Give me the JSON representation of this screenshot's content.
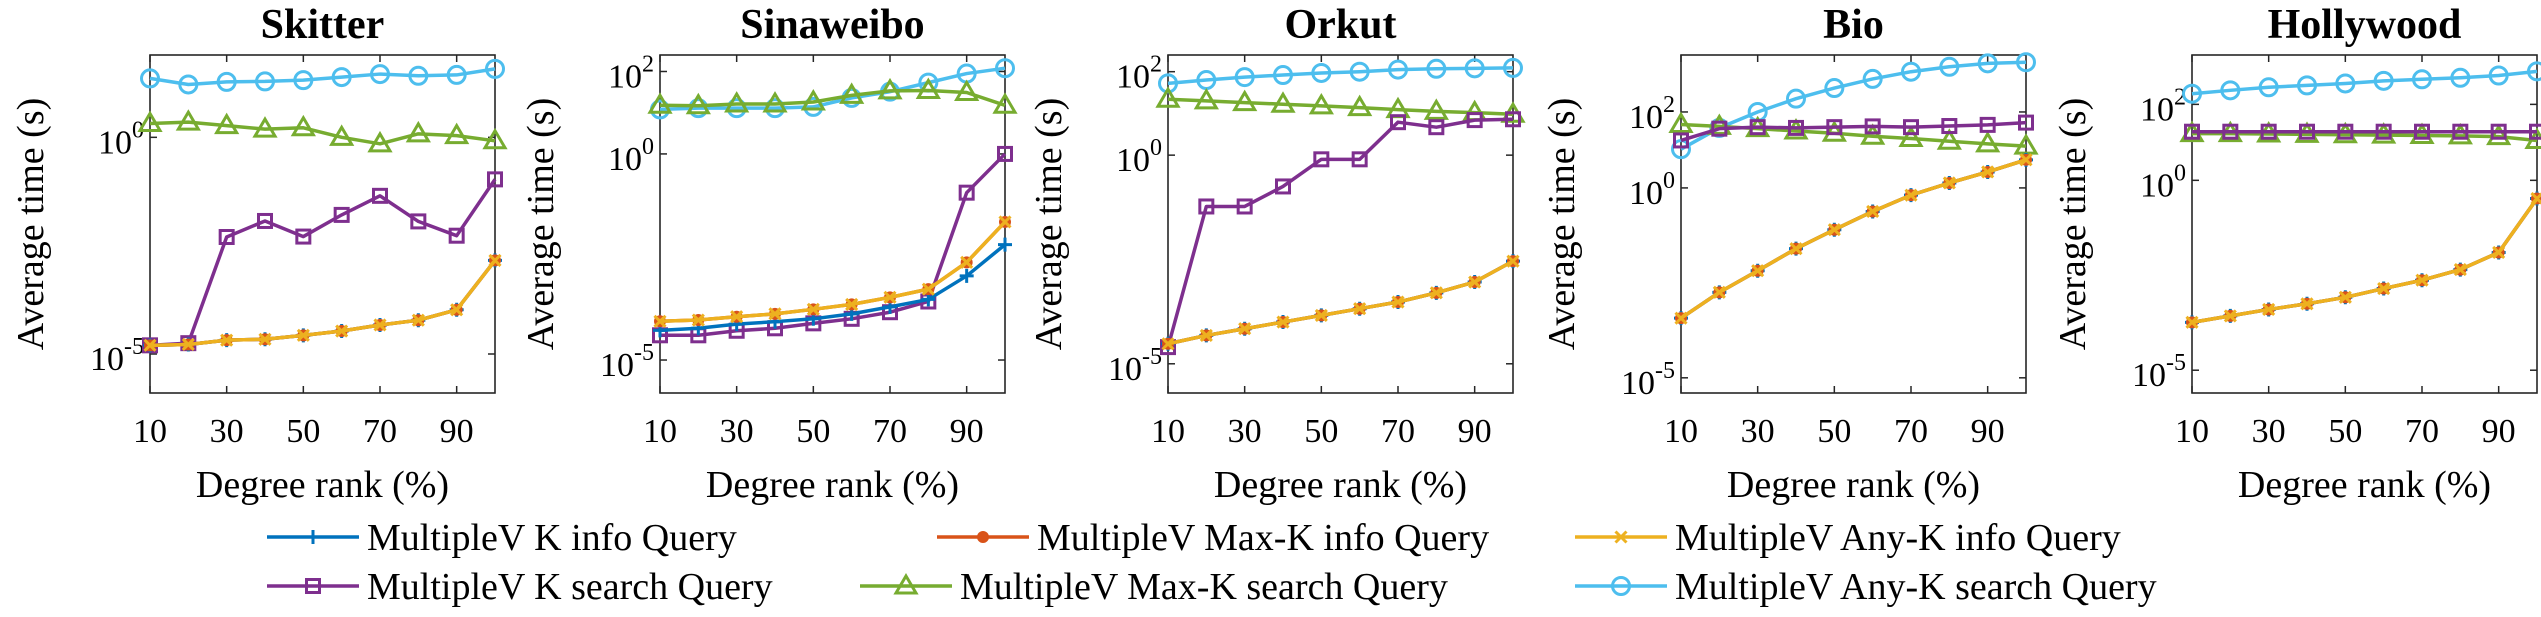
{
  "colors": {
    "k_info": "#0072BD",
    "maxk_info": "#D95319",
    "anyk_info": "#EDB120",
    "k_search": "#7E2F8E",
    "maxk_search": "#77AC30",
    "anyk_search": "#4DBEEE"
  },
  "legend": {
    "k_info": "MultipleV K info Query",
    "maxk_info": "MultipleV Max-K info Query",
    "anyk_info": "MultipleV Any-K info Query",
    "k_search": "MultipleV K search Query",
    "maxk_search": "MultipleV Max-K search Query",
    "anyk_search": "MultipleV Any-K search Query"
  },
  "chart_data": [
    {
      "type": "line",
      "title": "Skitter",
      "xlabel": "Degree rank (%)",
      "ylabel": "Average time (s)",
      "x": [
        10,
        20,
        30,
        40,
        50,
        60,
        70,
        80,
        90,
        100
      ],
      "xticks": [
        "10",
        "30",
        "50",
        "70",
        "90"
      ],
      "yscale": "log",
      "ylim": [
        -5.9,
        1.9
      ],
      "yticks": [
        {
          "base": "10",
          "exp": "0"
        },
        {
          "base": "10",
          "exp": "-5"
        }
      ],
      "grid": false,
      "series": [
        {
          "key": "k_info",
          "marker": "plus",
          "log10_values": [
            -4.8,
            -4.78,
            -4.68,
            -4.66,
            -4.57,
            -4.47,
            -4.33,
            -4.22,
            -3.98,
            -2.84
          ]
        },
        {
          "key": "maxk_info",
          "marker": "dot",
          "log10_values": [
            -4.8,
            -4.78,
            -4.68,
            -4.66,
            -4.57,
            -4.47,
            -4.33,
            -4.22,
            -3.98,
            -2.84
          ]
        },
        {
          "key": "anyk_info",
          "marker": "x",
          "log10_values": [
            -4.8,
            -4.78,
            -4.68,
            -4.66,
            -4.57,
            -4.47,
            -4.33,
            -4.22,
            -3.98,
            -2.84
          ]
        },
        {
          "key": "k_search",
          "marker": "square",
          "log10_values": [
            -4.8,
            -4.75,
            -2.3,
            -1.93,
            -2.29,
            -1.79,
            -1.35,
            -1.94,
            -2.27,
            -0.97
          ]
        },
        {
          "key": "maxk_search",
          "marker": "triangle",
          "log10_values": [
            0.32,
            0.35,
            0.27,
            0.19,
            0.22,
            0.0,
            -0.15,
            0.08,
            0.04,
            -0.08
          ]
        },
        {
          "key": "anyk_search",
          "marker": "circle",
          "log10_values": [
            1.36,
            1.22,
            1.28,
            1.29,
            1.32,
            1.39,
            1.46,
            1.42,
            1.44,
            1.58
          ]
        }
      ]
    },
    {
      "type": "line",
      "title": "Sinaweibo",
      "xlabel": "Degree rank (%)",
      "ylabel": "Average time (s)",
      "x": [
        10,
        20,
        30,
        40,
        50,
        60,
        70,
        80,
        90,
        100
      ],
      "xticks": [
        "10",
        "30",
        "50",
        "70",
        "90"
      ],
      "yscale": "log",
      "ylim": [
        -5.8,
        2.4
      ],
      "yticks": [
        {
          "base": "10",
          "exp": "2"
        },
        {
          "base": "10",
          "exp": "0"
        },
        {
          "base": "10",
          "exp": "-5"
        }
      ],
      "grid": false,
      "series": [
        {
          "key": "k_info",
          "marker": "plus",
          "log10_values": [
            -4.28,
            -4.23,
            -4.13,
            -4.07,
            -4.0,
            -3.88,
            -3.71,
            -3.53,
            -2.96,
            -2.2
          ]
        },
        {
          "key": "maxk_info",
          "marker": "dot",
          "log10_values": [
            -4.06,
            -4.03,
            -3.95,
            -3.88,
            -3.77,
            -3.65,
            -3.48,
            -3.28,
            -2.63,
            -1.65
          ]
        },
        {
          "key": "anyk_info",
          "marker": "x",
          "log10_values": [
            -4.06,
            -4.03,
            -3.95,
            -3.88,
            -3.77,
            -3.65,
            -3.48,
            -3.28,
            -2.63,
            -1.65
          ]
        },
        {
          "key": "k_search",
          "marker": "square",
          "log10_values": [
            -4.4,
            -4.4,
            -4.29,
            -4.23,
            -4.11,
            -4.0,
            -3.84,
            -3.58,
            -0.94,
            0.0
          ]
        },
        {
          "key": "maxk_search",
          "marker": "triangle",
          "log10_values": [
            1.18,
            1.17,
            1.21,
            1.21,
            1.26,
            1.42,
            1.53,
            1.54,
            1.49,
            1.18
          ]
        },
        {
          "key": "anyk_search",
          "marker": "circle",
          "log10_values": [
            1.08,
            1.11,
            1.11,
            1.11,
            1.14,
            1.36,
            1.51,
            1.73,
            1.95,
            2.08
          ]
        }
      ]
    },
    {
      "type": "line",
      "title": "Orkut",
      "xlabel": "Degree rank (%)",
      "ylabel": "Average time (s)",
      "x": [
        10,
        20,
        30,
        40,
        50,
        60,
        70,
        80,
        90,
        100
      ],
      "xticks": [
        "10",
        "30",
        "50",
        "70",
        "90"
      ],
      "yscale": "log",
      "ylim": [
        -5.7,
        2.4
      ],
      "yticks": [
        {
          "base": "10",
          "exp": "2"
        },
        {
          "base": "10",
          "exp": "0"
        },
        {
          "base": "10",
          "exp": "-5"
        }
      ],
      "grid": false,
      "series": [
        {
          "key": "k_info",
          "marker": "plus",
          "log10_values": [
            -4.52,
            -4.32,
            -4.16,
            -4.0,
            -3.84,
            -3.68,
            -3.52,
            -3.3,
            -3.04,
            -2.54
          ]
        },
        {
          "key": "maxk_info",
          "marker": "dot",
          "log10_values": [
            -4.52,
            -4.32,
            -4.16,
            -4.0,
            -3.84,
            -3.68,
            -3.52,
            -3.3,
            -3.04,
            -2.54
          ]
        },
        {
          "key": "anyk_info",
          "marker": "x",
          "log10_values": [
            -4.52,
            -4.32,
            -4.16,
            -4.0,
            -3.84,
            -3.68,
            -3.52,
            -3.3,
            -3.04,
            -2.54
          ]
        },
        {
          "key": "k_search",
          "marker": "square",
          "log10_values": [
            -4.6,
            -1.23,
            -1.23,
            -0.75,
            -0.1,
            -0.1,
            0.79,
            0.67,
            0.84,
            0.86
          ]
        },
        {
          "key": "maxk_search",
          "marker": "triangle",
          "log10_values": [
            1.34,
            1.3,
            1.26,
            1.22,
            1.18,
            1.14,
            1.09,
            1.05,
            1.02,
            0.98
          ]
        },
        {
          "key": "anyk_search",
          "marker": "circle",
          "log10_values": [
            1.72,
            1.8,
            1.87,
            1.92,
            1.97,
            2.0,
            2.05,
            2.07,
            2.08,
            2.09
          ]
        }
      ]
    },
    {
      "type": "line",
      "title": "Bio",
      "xlabel": "Degree rank (%)",
      "ylabel": "Average time (s)",
      "x": [
        10,
        20,
        30,
        40,
        50,
        60,
        70,
        80,
        90,
        100
      ],
      "xticks": [
        "10",
        "30",
        "50",
        "70",
        "90"
      ],
      "yscale": "log",
      "ylim": [
        -5.4,
        3.5
      ],
      "yticks": [
        {
          "base": "10",
          "exp": "2"
        },
        {
          "base": "10",
          "exp": "0"
        },
        {
          "base": "10",
          "exp": "-5"
        }
      ],
      "grid": false,
      "series": [
        {
          "key": "k_info",
          "marker": "plus",
          "log10_values": [
            -3.43,
            -2.75,
            -2.18,
            -1.6,
            -1.1,
            -0.62,
            -0.19,
            0.13,
            0.42,
            0.74
          ]
        },
        {
          "key": "maxk_info",
          "marker": "dot",
          "log10_values": [
            -3.43,
            -2.75,
            -2.18,
            -1.6,
            -1.1,
            -0.62,
            -0.19,
            0.13,
            0.42,
            0.74
          ]
        },
        {
          "key": "anyk_info",
          "marker": "x",
          "log10_values": [
            -3.43,
            -2.75,
            -2.18,
            -1.6,
            -1.1,
            -0.62,
            -0.19,
            0.13,
            0.42,
            0.74
          ]
        },
        {
          "key": "k_search",
          "marker": "square",
          "log10_values": [
            1.25,
            1.56,
            1.6,
            1.58,
            1.6,
            1.62,
            1.6,
            1.63,
            1.66,
            1.72
          ]
        },
        {
          "key": "maxk_search",
          "marker": "triangle",
          "log10_values": [
            1.67,
            1.62,
            1.56,
            1.5,
            1.44,
            1.36,
            1.3,
            1.23,
            1.16,
            1.1
          ]
        },
        {
          "key": "anyk_search",
          "marker": "circle",
          "log10_values": [
            1.02,
            1.58,
            2.0,
            2.35,
            2.63,
            2.87,
            3.06,
            3.19,
            3.28,
            3.31
          ]
        }
      ]
    },
    {
      "type": "line",
      "title": "Hollywood",
      "xlabel": "Degree rank (%)",
      "ylabel": "Average time (s)",
      "x": [
        10,
        20,
        30,
        40,
        50,
        60,
        70,
        80,
        90,
        100
      ],
      "xticks": [
        "10",
        "30",
        "50",
        "70",
        "90"
      ],
      "yscale": "log",
      "ylim": [
        -5.6,
        3.3
      ],
      "yticks": [
        {
          "base": "10",
          "exp": "2"
        },
        {
          "base": "10",
          "exp": "0"
        },
        {
          "base": "10",
          "exp": "-5"
        }
      ],
      "grid": false,
      "series": [
        {
          "key": "k_info",
          "marker": "plus",
          "log10_values": [
            -3.74,
            -3.57,
            -3.4,
            -3.25,
            -3.08,
            -2.85,
            -2.63,
            -2.35,
            -1.9,
            -0.48
          ]
        },
        {
          "key": "maxk_info",
          "marker": "dot",
          "log10_values": [
            -3.74,
            -3.57,
            -3.4,
            -3.25,
            -3.08,
            -2.85,
            -2.63,
            -2.35,
            -1.9,
            -0.48
          ]
        },
        {
          "key": "anyk_info",
          "marker": "x",
          "log10_values": [
            -3.74,
            -3.57,
            -3.4,
            -3.25,
            -3.08,
            -2.85,
            -2.63,
            -2.35,
            -1.9,
            -0.48
          ]
        },
        {
          "key": "k_search",
          "marker": "square",
          "log10_values": [
            1.28,
            1.28,
            1.28,
            1.28,
            1.28,
            1.28,
            1.28,
            1.28,
            1.28,
            1.28
          ]
        },
        {
          "key": "maxk_search",
          "marker": "triangle",
          "log10_values": [
            1.23,
            1.23,
            1.22,
            1.21,
            1.2,
            1.19,
            1.18,
            1.17,
            1.15,
            1.05
          ]
        },
        {
          "key": "anyk_search",
          "marker": "circle",
          "log10_values": [
            2.28,
            2.37,
            2.45,
            2.5,
            2.55,
            2.62,
            2.66,
            2.7,
            2.76,
            2.87
          ]
        }
      ]
    }
  ]
}
